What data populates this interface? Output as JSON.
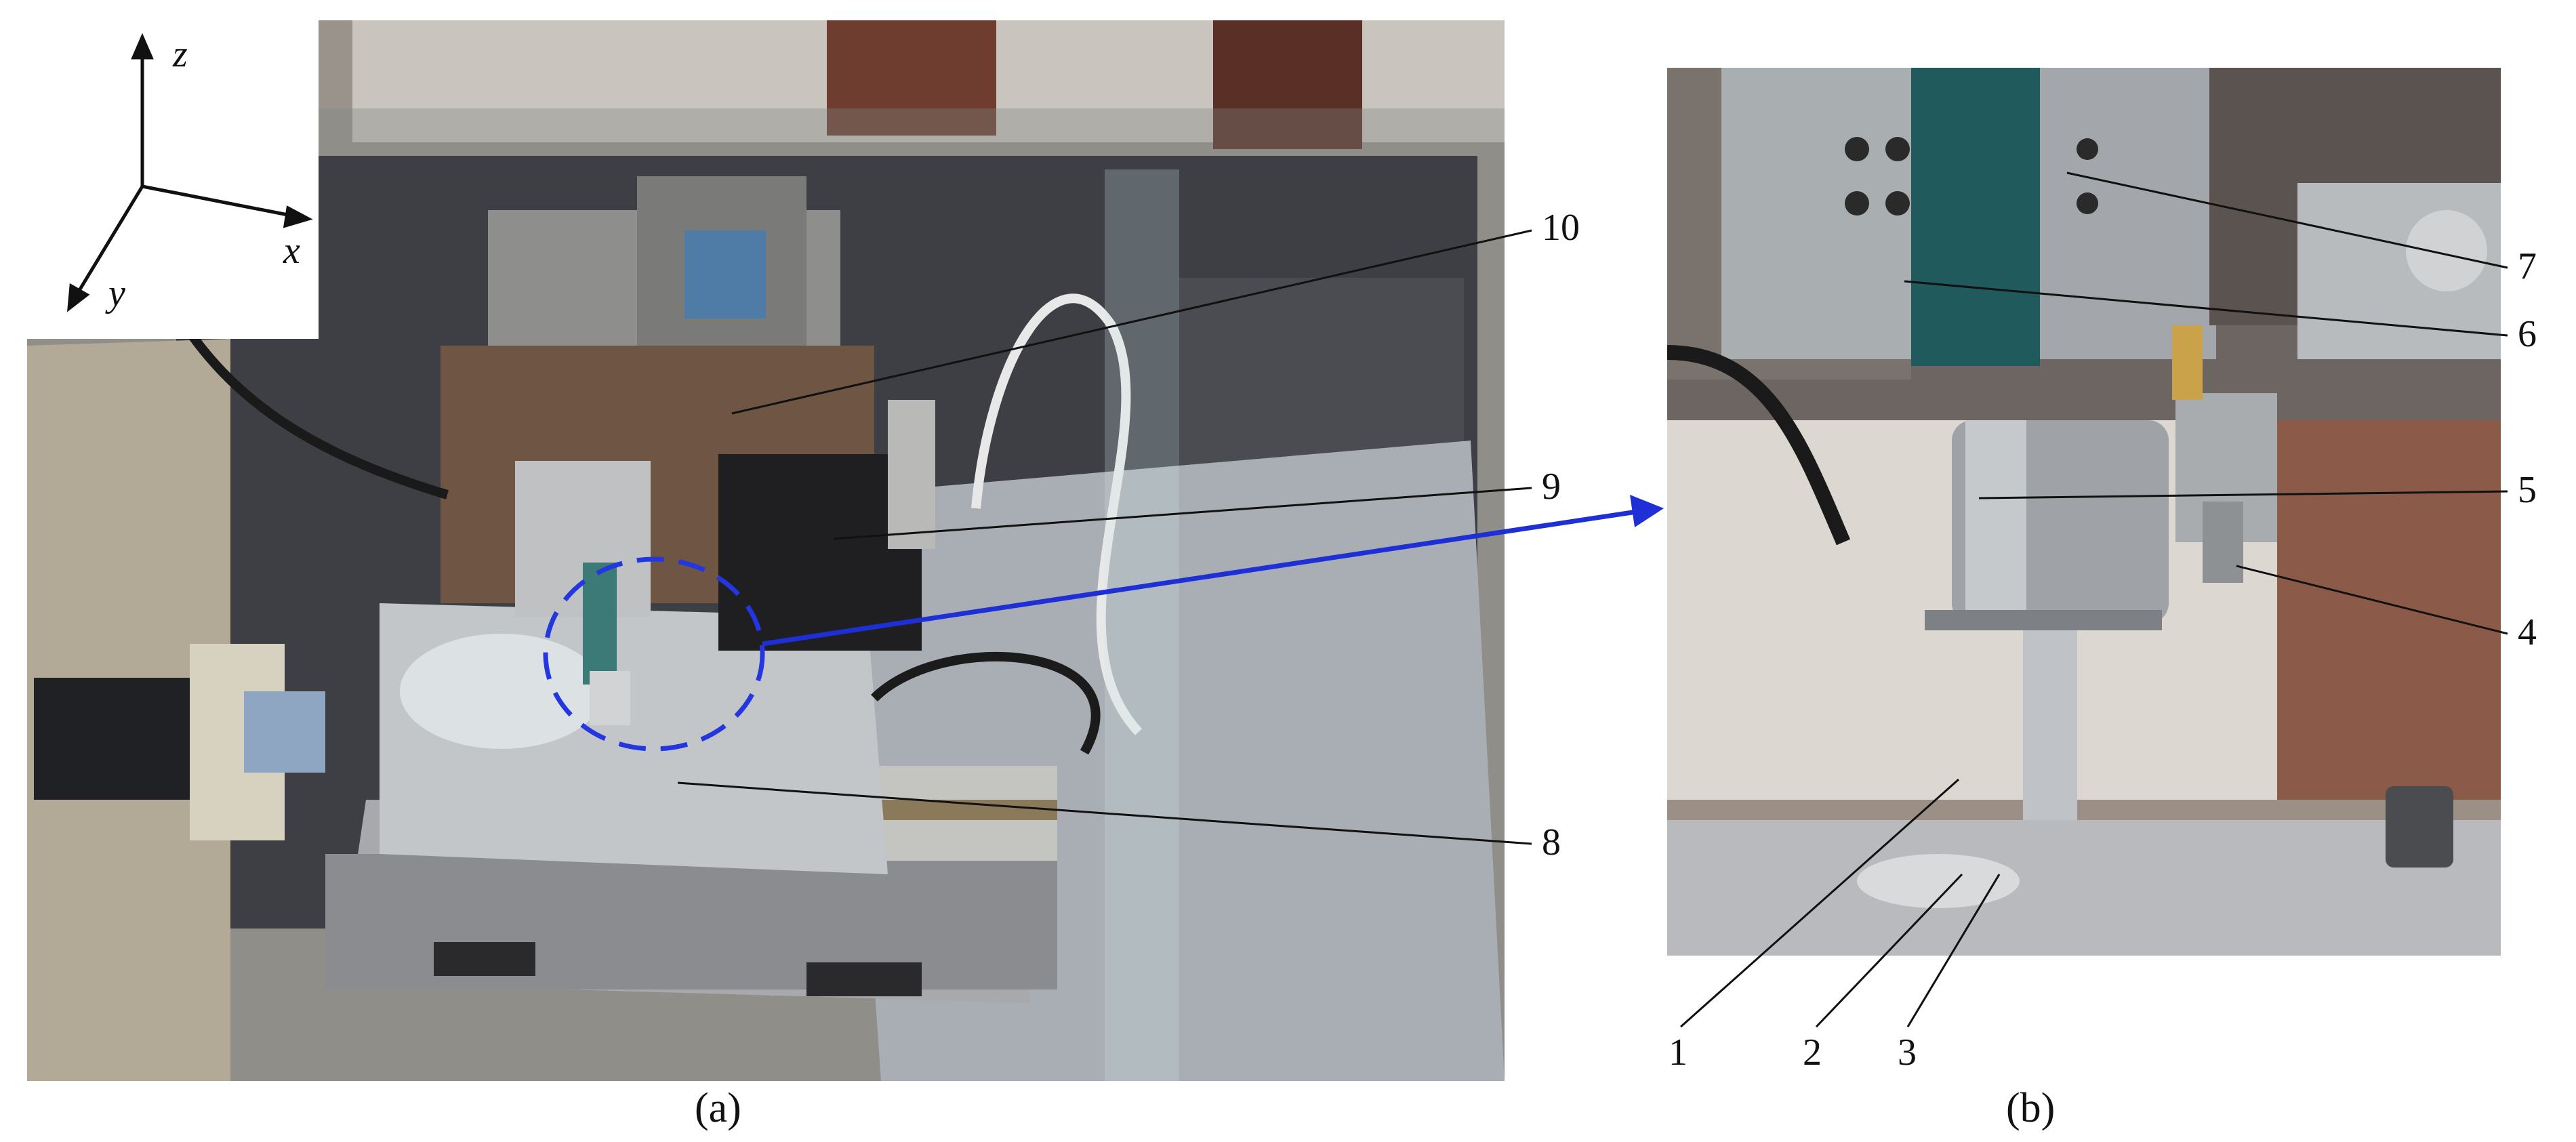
{
  "panels": {
    "a": {
      "caption": "(a)",
      "axes": {
        "x": "x",
        "y": "y",
        "z": "z"
      },
      "callouts": [
        "8",
        "9",
        "10"
      ]
    },
    "b": {
      "caption": "(b)",
      "callouts": [
        "1",
        "2",
        "3",
        "4",
        "5",
        "6",
        "7"
      ]
    }
  },
  "colors": {
    "arrow": "#1f2fd6",
    "dashed_circle": "#2436e0",
    "leader": "#111111"
  }
}
